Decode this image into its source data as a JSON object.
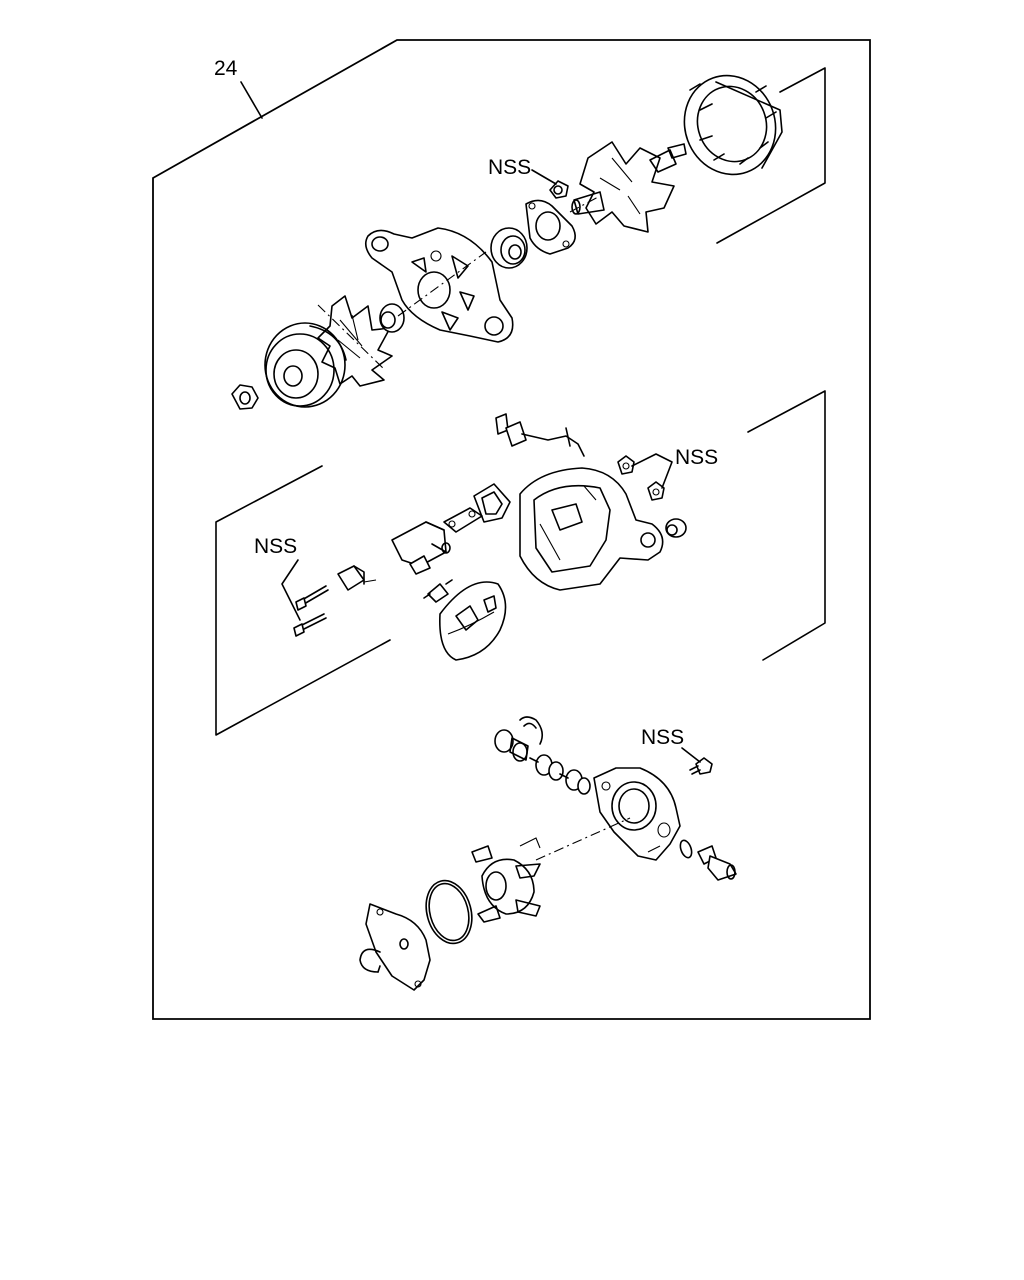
{
  "diagram": {
    "callout_number": "24",
    "nss_labels": [
      "NSS",
      "NSS",
      "NSS",
      "NSS"
    ]
  }
}
